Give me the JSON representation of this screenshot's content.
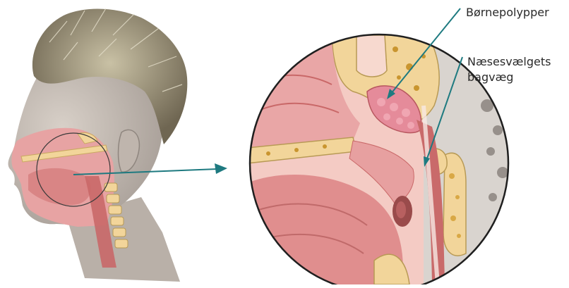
{
  "labels": {
    "adenoids": "Børnepolypper",
    "pharynx_wall_line1": "Næsesvælgets",
    "pharynx_wall_line2": "bagvæg"
  },
  "colors": {
    "pointer": "#1e7a80",
    "tissue": "#e9a6a6",
    "tissue_dark": "#c96868",
    "bone": "#f2d59a",
    "hair": "#9a9075",
    "skin": "#c9c0b8"
  }
}
